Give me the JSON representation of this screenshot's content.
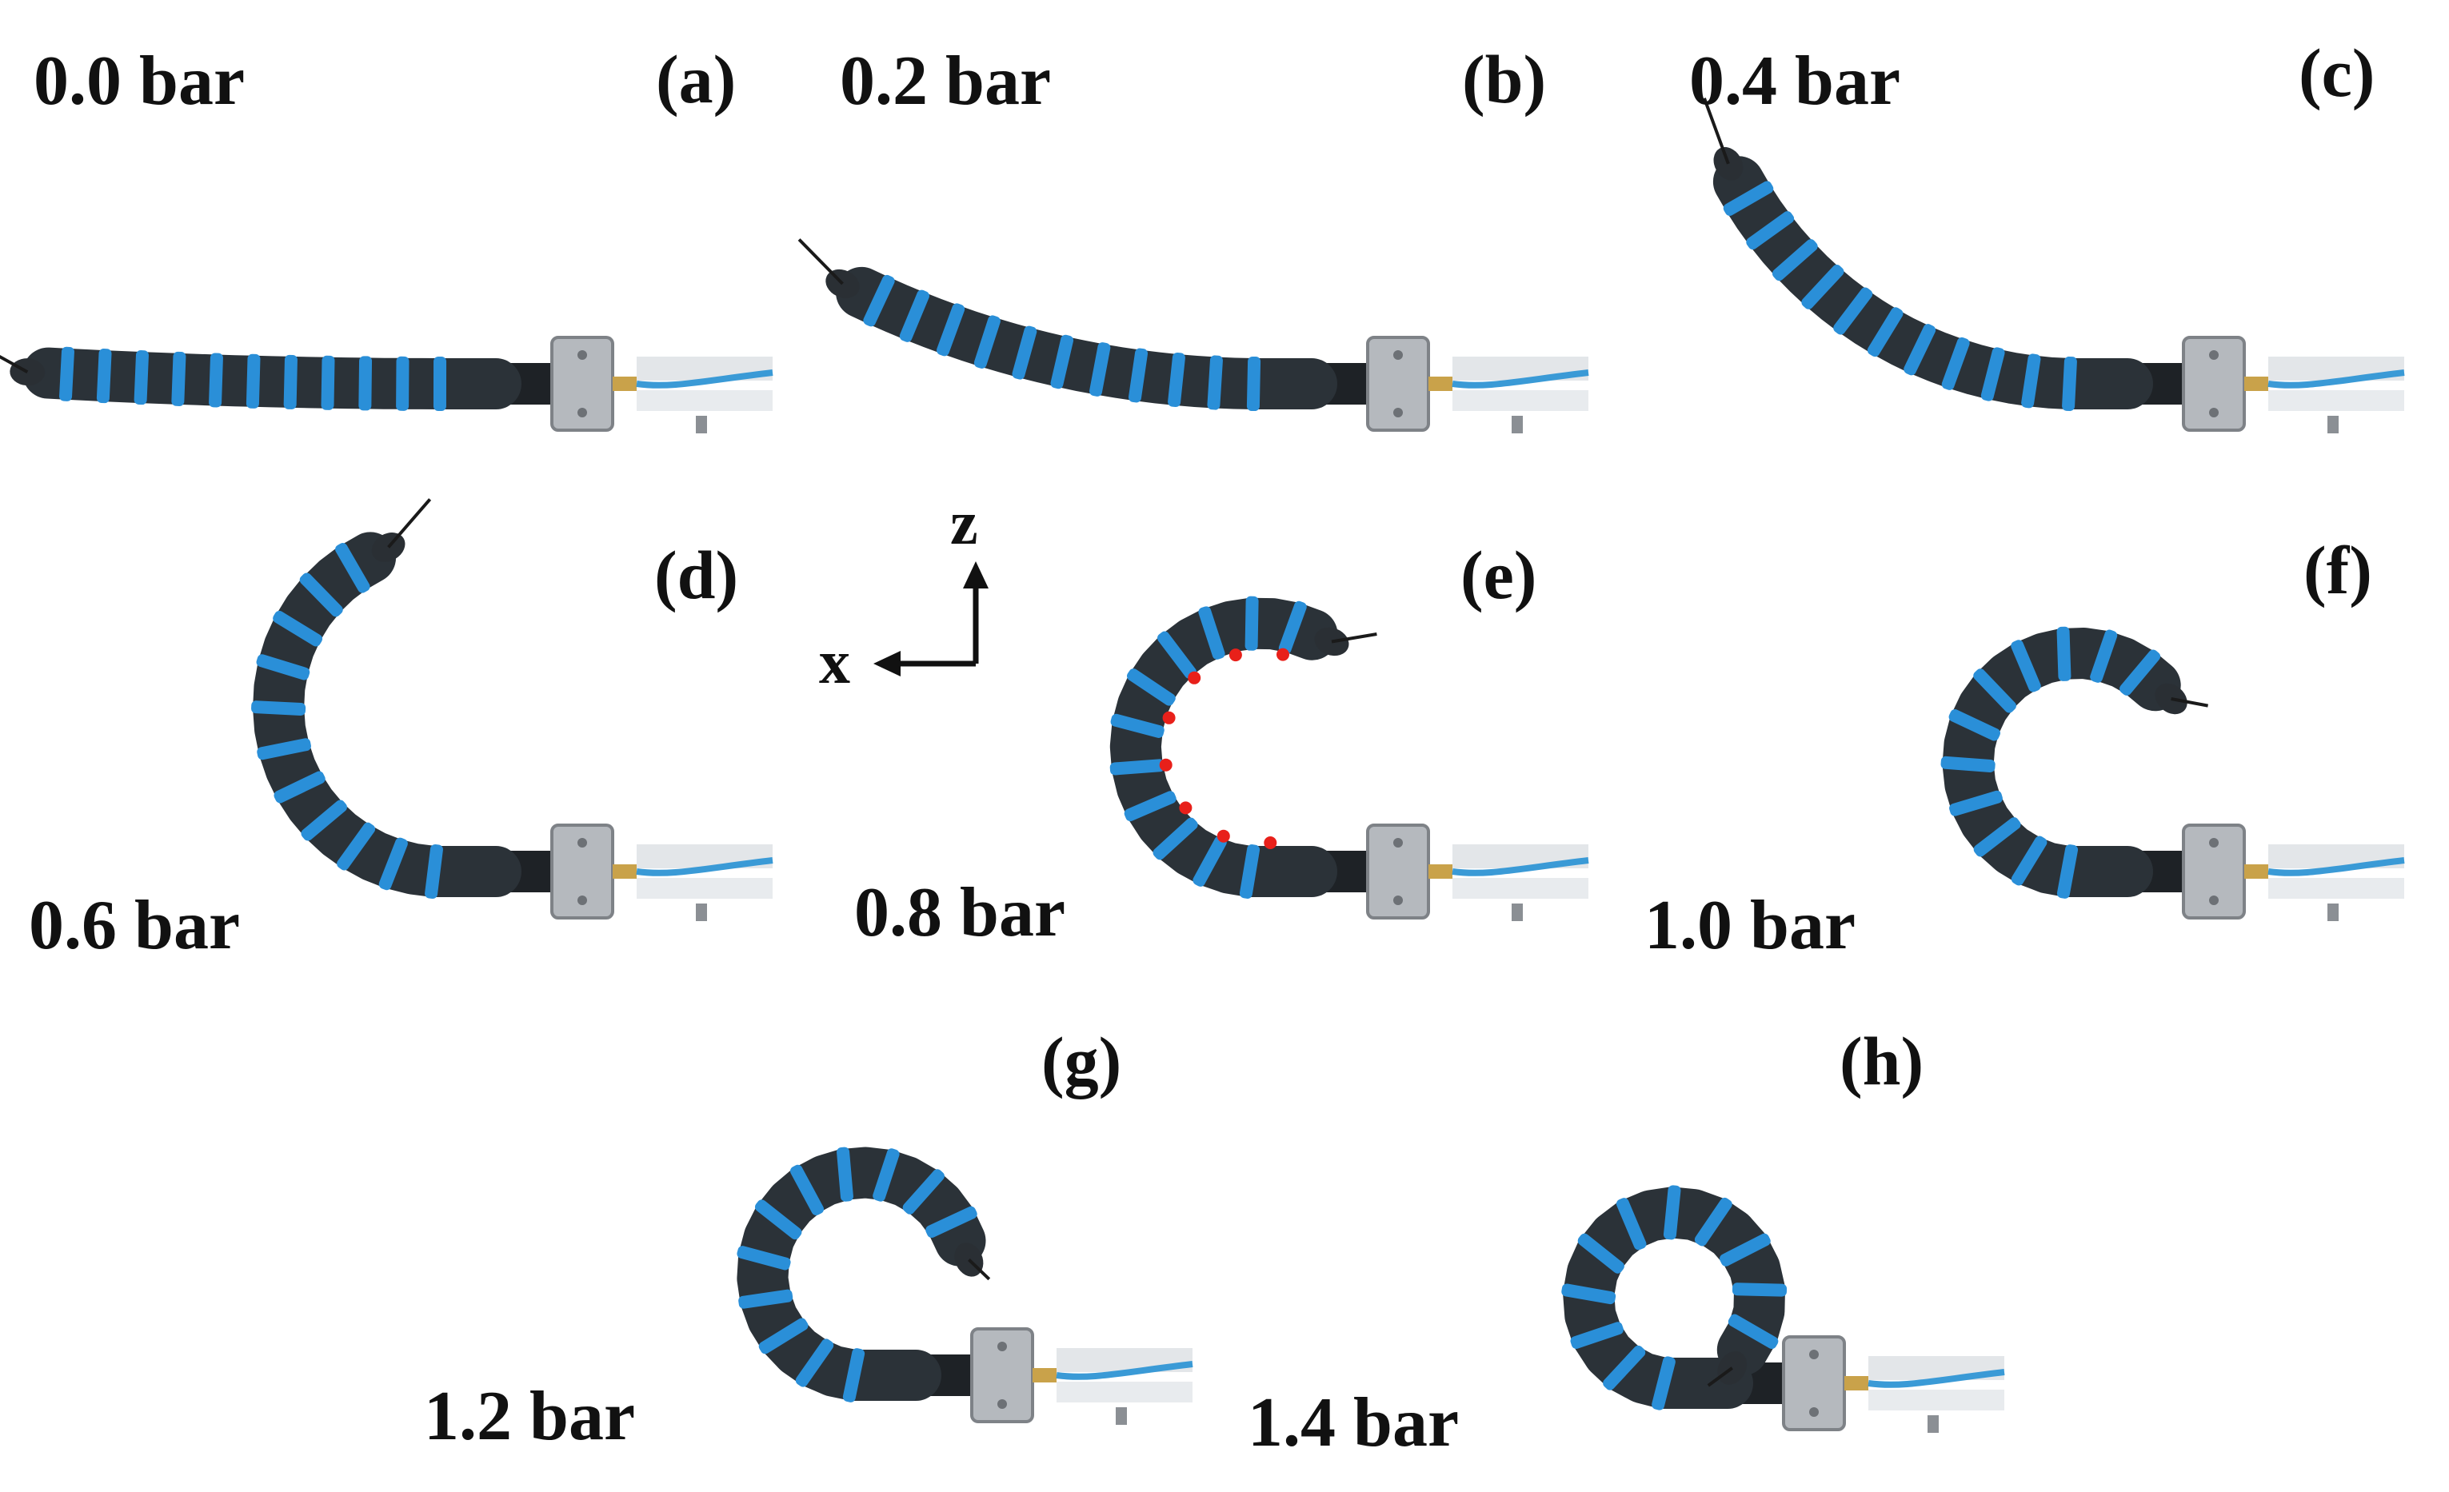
{
  "panels": [
    {
      "id": "a",
      "panel_label": "(a)",
      "pressure": "0.0 bar"
    },
    {
      "id": "b",
      "panel_label": "(b)",
      "pressure": "0.2 bar"
    },
    {
      "id": "c",
      "panel_label": "(c)",
      "pressure": "0.4 bar"
    },
    {
      "id": "d",
      "panel_label": "(d)",
      "pressure": "0.6 bar"
    },
    {
      "id": "e",
      "panel_label": "(e)",
      "pressure": "0.8 bar"
    },
    {
      "id": "f",
      "panel_label": "(f)",
      "pressure": "1.0 bar"
    },
    {
      "id": "g",
      "panel_label": "(g)",
      "pressure": "1.2 bar"
    },
    {
      "id": "h",
      "panel_label": "(h)",
      "pressure": "1.4 bar"
    }
  ],
  "axes": {
    "vertical": "z",
    "horizontal": "x"
  },
  "colors": {
    "actuator_body": "#2b3238",
    "actuator_ring": "#2a8fd8",
    "tube": "#3a9ad6",
    "mount": "#a9adb2",
    "marker": "#e8201a"
  }
}
